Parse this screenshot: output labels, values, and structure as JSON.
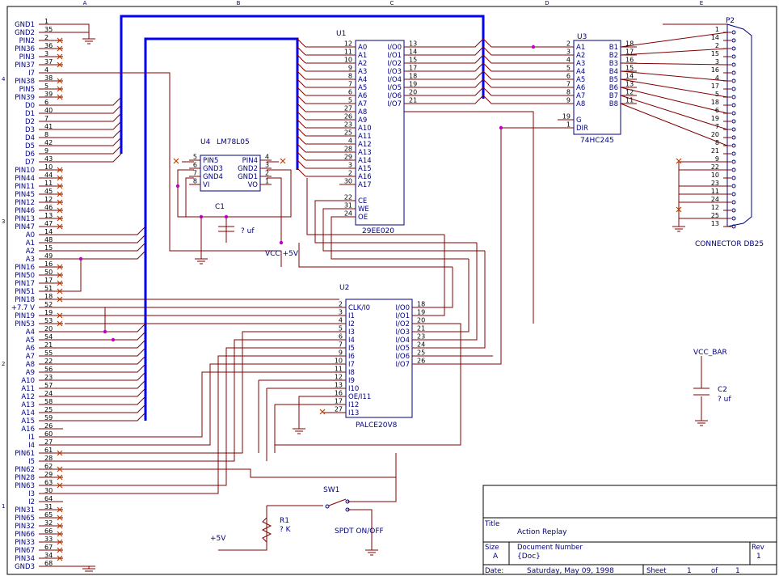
{
  "grid": {
    "rows": [
      "4",
      "3",
      "2",
      "1"
    ],
    "cols": [
      "A",
      "B",
      "C",
      "D",
      "E"
    ]
  },
  "left_connector": {
    "signals": [
      "GND1",
      "GND2",
      "PIN2",
      "PIN36",
      "PIN3",
      "PIN37",
      "I7",
      "PIN38",
      "PIN5",
      "PIN39",
      "D0",
      "D1",
      "D2",
      "D3",
      "D4",
      "D5",
      "D6",
      "D7",
      "PIN10",
      "PIN44",
      "PIN11",
      "PIN45",
      "PIN12",
      "PIN46",
      "PIN13",
      "PIN47",
      "A0",
      "A1",
      "A2",
      "A3",
      "PIN16",
      "PIN50",
      "PIN17",
      "PIN51",
      "PIN18",
      "+7.7 V",
      "PIN19",
      "PIN53",
      "A4",
      "A5",
      "A6",
      "A7",
      "A8",
      "A9",
      "A10",
      "A11",
      "A12",
      "A13",
      "A14",
      "A15",
      "A16",
      "I1",
      "I4",
      "PIN61",
      "I5",
      "PIN62",
      "PIN28",
      "PIN63",
      "I3",
      "I2",
      "PIN31",
      "PIN65",
      "PIN32",
      "PIN66",
      "PIN33",
      "PIN67",
      "PIN34",
      "GND3"
    ],
    "pins": [
      "1",
      "35",
      "2",
      "36",
      "3",
      "37",
      "4",
      "38",
      "5",
      "39",
      "6",
      "40",
      "7",
      "41",
      "8",
      "42",
      "9",
      "43",
      "10",
      "44",
      "11",
      "45",
      "12",
      "46",
      "13",
      "47",
      "14",
      "48",
      "15",
      "49",
      "16",
      "50",
      "17",
      "51",
      "18",
      "52",
      "19",
      "53",
      "20",
      "54",
      "21",
      "55",
      "22",
      "56",
      "23",
      "57",
      "24",
      "58",
      "25",
      "59",
      "26",
      "60",
      "27",
      "61",
      "28",
      "62",
      "29",
      "63",
      "30",
      "64",
      "31",
      "65",
      "32",
      "66",
      "33",
      "67",
      "34",
      "68"
    ]
  },
  "u1": {
    "ref": "U1",
    "part": "29EE020",
    "left_pins": [
      {
        "num": "12",
        "name": "A0"
      },
      {
        "num": "11",
        "name": "A1"
      },
      {
        "num": "10",
        "name": "A2"
      },
      {
        "num": "9",
        "name": "A3"
      },
      {
        "num": "8",
        "name": "A4"
      },
      {
        "num": "7",
        "name": "A5"
      },
      {
        "num": "6",
        "name": "A6"
      },
      {
        "num": "5",
        "name": "A7"
      },
      {
        "num": "27",
        "name": "A8"
      },
      {
        "num": "26",
        "name": "A9"
      },
      {
        "num": "23",
        "name": "A10"
      },
      {
        "num": "25",
        "name": "A11"
      },
      {
        "num": "4",
        "name": "A12"
      },
      {
        "num": "28",
        "name": "A13"
      },
      {
        "num": "29",
        "name": "A14"
      },
      {
        "num": "3",
        "name": "A15"
      },
      {
        "num": "2",
        "name": "A16"
      },
      {
        "num": "30",
        "name": "A17"
      }
    ],
    "ctrl_pins": [
      {
        "num": "22",
        "name": "CE"
      },
      {
        "num": "31",
        "name": "WE"
      },
      {
        "num": "24",
        "name": "OE"
      }
    ],
    "right_pins": [
      {
        "num": "13",
        "name": "I/O0"
      },
      {
        "num": "14",
        "name": "I/O1"
      },
      {
        "num": "15",
        "name": "I/O2"
      },
      {
        "num": "17",
        "name": "I/O3"
      },
      {
        "num": "18",
        "name": "I/O4"
      },
      {
        "num": "19",
        "name": "I/O5"
      },
      {
        "num": "20",
        "name": "I/O6"
      },
      {
        "num": "21",
        "name": "I/O7"
      }
    ]
  },
  "u2": {
    "ref": "U2",
    "part": "PALCE20V8",
    "left_pins": [
      {
        "num": "2",
        "name": "CLK/I0"
      },
      {
        "num": "3",
        "name": "I1"
      },
      {
        "num": "4",
        "name": "I2"
      },
      {
        "num": "5",
        "name": "I3"
      },
      {
        "num": "6",
        "name": "I4"
      },
      {
        "num": "7",
        "name": "I5"
      },
      {
        "num": "9",
        "name": "I6"
      },
      {
        "num": "10",
        "name": "I7"
      },
      {
        "num": "11",
        "name": "I8"
      },
      {
        "num": "12",
        "name": "I9"
      },
      {
        "num": "13",
        "name": "I10"
      },
      {
        "num": "16",
        "name": "OE/I11"
      },
      {
        "num": "17",
        "name": "I12"
      },
      {
        "num": "27",
        "name": "I13"
      }
    ],
    "right_pins": [
      {
        "num": "18",
        "name": "I/O0"
      },
      {
        "num": "19",
        "name": "I/O1"
      },
      {
        "num": "20",
        "name": "I/O2"
      },
      {
        "num": "21",
        "name": "I/O3"
      },
      {
        "num": "23",
        "name": "I/O4"
      },
      {
        "num": "24",
        "name": "I/O5"
      },
      {
        "num": "25",
        "name": "I/O6"
      },
      {
        "num": "26",
        "name": "I/O7"
      }
    ]
  },
  "u3": {
    "ref": "U3",
    "part": "74HC245",
    "left_pins": [
      {
        "num": "2",
        "name": "A1"
      },
      {
        "num": "3",
        "name": "A2"
      },
      {
        "num": "4",
        "name": "A3"
      },
      {
        "num": "5",
        "name": "A4"
      },
      {
        "num": "6",
        "name": "A5"
      },
      {
        "num": "7",
        "name": "A6"
      },
      {
        "num": "8",
        "name": "A7"
      },
      {
        "num": "9",
        "name": "A8"
      }
    ],
    "ctrl_pins": [
      {
        "num": "19",
        "name": "G"
      },
      {
        "num": "1",
        "name": "DIR"
      }
    ],
    "right_pins": [
      {
        "num": "18",
        "name": "B1"
      },
      {
        "num": "17",
        "name": "B2"
      },
      {
        "num": "16",
        "name": "B3"
      },
      {
        "num": "15",
        "name": "B4"
      },
      {
        "num": "14",
        "name": "B5"
      },
      {
        "num": "13",
        "name": "B6"
      },
      {
        "num": "12",
        "name": "B7"
      },
      {
        "num": "11",
        "name": "B8"
      }
    ]
  },
  "u4": {
    "ref": "U4",
    "part": "LM78L05",
    "left_pins": [
      {
        "num": "5",
        "name": "PIN5"
      },
      {
        "num": "6",
        "name": "GND3"
      },
      {
        "num": "7",
        "name": "GND4"
      },
      {
        "num": "8",
        "name": "VI"
      }
    ],
    "right_pins": [
      {
        "num": "4",
        "name": "PIN4"
      },
      {
        "num": "3",
        "name": "GND2"
      },
      {
        "num": "2",
        "name": "GND1"
      },
      {
        "num": "1",
        "name": "VO"
      }
    ]
  },
  "c1": {
    "ref": "C1",
    "value": "? uf"
  },
  "c2": {
    "ref": "C2",
    "value": "? uf",
    "net": "VCC_BAR"
  },
  "r1": {
    "ref": "R1",
    "value": "? K",
    "net": "+5V"
  },
  "sw1": {
    "ref": "SW1",
    "part": "SPDT ON/OFF"
  },
  "vcc_label": "VCC +5V",
  "db25": {
    "ref": "P2",
    "name": "CONNECTOR DB25",
    "pins": [
      "1",
      "14",
      "2",
      "15",
      "3",
      "16",
      "4",
      "17",
      "5",
      "18",
      "6",
      "19",
      "7",
      "20",
      "8",
      "21",
      "9",
      "22",
      "10",
      "23",
      "11",
      "24",
      "12",
      "25",
      "13"
    ]
  },
  "title_block": {
    "title_label": "Title",
    "title": "Action Replay",
    "size_label": "Size",
    "size": "A",
    "docnum_label": "Document Number",
    "docnum": "{Doc}",
    "rev_label": "Rev",
    "rev": "1",
    "date_label": "Date:",
    "date": "Saturday, May 09, 1998",
    "sheet_label": "Sheet",
    "sheet": "1",
    "of_label": "of",
    "of": "1"
  }
}
